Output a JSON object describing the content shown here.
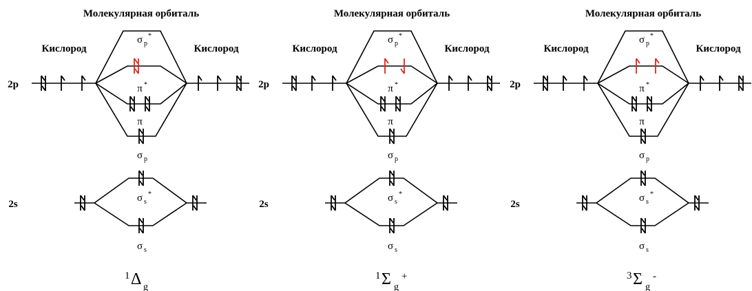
{
  "colors": {
    "line": "#000000",
    "highlight": "#e0261b"
  },
  "diagrams": [
    {
      "title": "Молекулярная орбиталь",
      "left_atom": "Кислород",
      "right_atom": "Кислород",
      "level_2p": "2p",
      "level_2s": "2s",
      "labels": {
        "sigma": "σ",
        "pi": "π",
        "star": "*",
        "sub_p": "p",
        "sub_s": "s"
      },
      "term": {
        "mult": "1",
        "symbol": "Δ",
        "sub": "g",
        "sup": ""
      },
      "pi_star_electrons": [
        {
          "spins": "up-down",
          "color": "highlight"
        },
        {
          "spins": "",
          "color": "line"
        }
      ]
    },
    {
      "title": "Молекулярная орбиталь",
      "left_atom": "Кислород",
      "right_atom": "Кислород",
      "level_2p": "2p",
      "level_2s": "2s",
      "labels": {
        "sigma": "σ",
        "pi": "π",
        "star": "*",
        "sub_p": "p",
        "sub_s": "s"
      },
      "term": {
        "mult": "1",
        "symbol": "Σ",
        "sub": "g",
        "sup": "+"
      },
      "pi_star_electrons": [
        {
          "spins": "up",
          "color": "highlight"
        },
        {
          "spins": "down",
          "color": "highlight"
        }
      ]
    },
    {
      "title": "Молекулярная орбиталь",
      "left_atom": "Кислород",
      "right_atom": "Кислород",
      "level_2p": "2p",
      "level_2s": "2s",
      "labels": {
        "sigma": "σ",
        "pi": "π",
        "star": "*",
        "sub_p": "p",
        "sub_s": "s"
      },
      "term": {
        "mult": "3",
        "symbol": "Σ",
        "sub": "g",
        "sup": "-"
      },
      "pi_star_electrons": [
        {
          "spins": "up",
          "color": "highlight"
        },
        {
          "spins": "up",
          "color": "highlight"
        }
      ]
    }
  ]
}
